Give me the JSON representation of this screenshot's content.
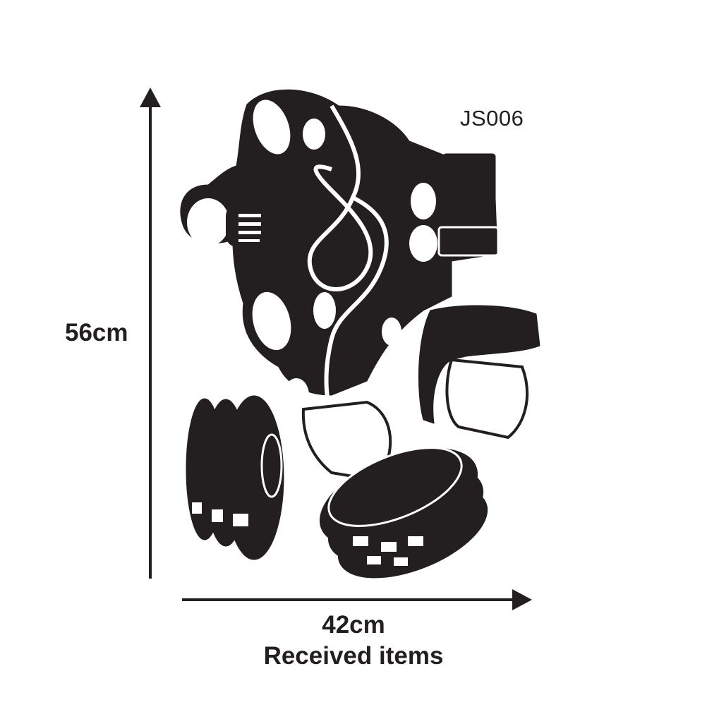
{
  "product_code": "JS006",
  "dimensions": {
    "height": "56cm",
    "width": "42cm"
  },
  "caption": "Received items",
  "colors": {
    "ink": "#231f20",
    "background": "#ffffff"
  },
  "artwork": {
    "icon": "weightlifter-decal-icon"
  }
}
